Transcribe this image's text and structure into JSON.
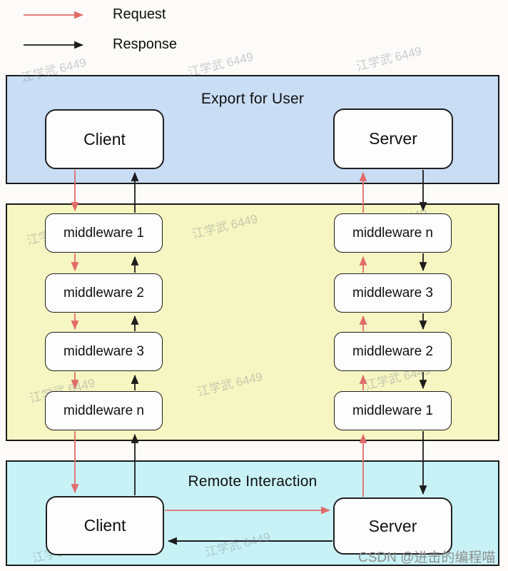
{
  "legend": {
    "items": [
      {
        "label": "Request",
        "color": "#e06c6a"
      },
      {
        "label": "Response",
        "color": "#1d1d1d"
      }
    ]
  },
  "sections": {
    "export": {
      "title": "Export for User",
      "client": "Client",
      "server": "Server"
    },
    "middleware": {
      "left": [
        {
          "label": "middleware 1"
        },
        {
          "label": "middleware 2"
        },
        {
          "label": "middleware 3"
        },
        {
          "label": "middleware n"
        }
      ],
      "right": [
        {
          "label": "middleware n"
        },
        {
          "label": "middleware 3"
        },
        {
          "label": "middleware 2"
        },
        {
          "label": "middleware 1"
        }
      ]
    },
    "remote": {
      "title": "Remote Interaction",
      "client": "Client",
      "server": "Server"
    }
  },
  "watermark": {
    "text": "江学武 6449"
  },
  "credit": {
    "text": "CSDN @进击的编程喵"
  },
  "colors": {
    "request_arrow": "#e06c6a",
    "response_arrow": "#1d1d1d",
    "export_band": "#c9ddf5",
    "middleware_band": "#f6f6c2",
    "remote_band": "#c8f2f6",
    "node_fill": "#fdfdfd"
  }
}
